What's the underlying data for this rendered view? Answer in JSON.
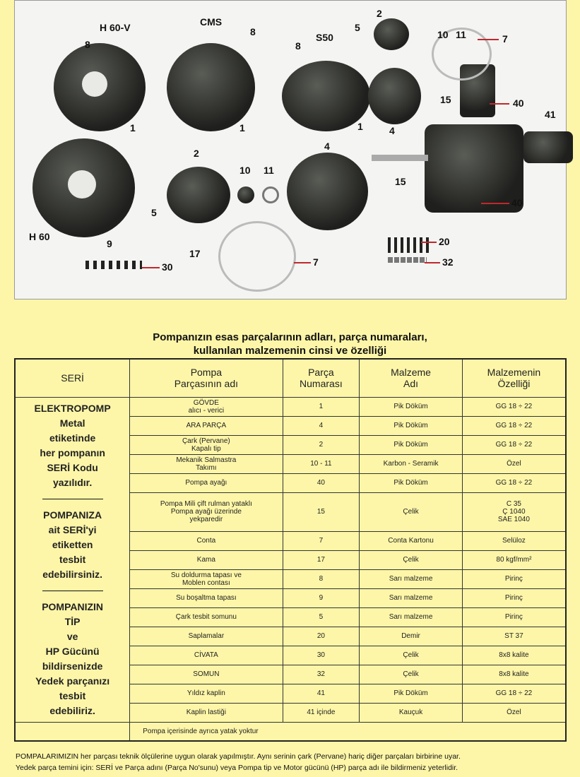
{
  "photo": {
    "labels": [
      "H 60-V",
      "CMS",
      "S50",
      "H 60",
      "8",
      "8",
      "8",
      "5",
      "2",
      "10",
      "11",
      "7",
      "1",
      "1",
      "1",
      "15",
      "40",
      "41",
      "4",
      "2",
      "10",
      "11",
      "4",
      "15",
      "40",
      "5",
      "9",
      "17",
      "7",
      "20",
      "32",
      "30"
    ]
  },
  "title": [
    "Pompanızın esas parçalarının adları, parça numaraları,",
    "kullanılan malzemenin cinsi ve özelliği"
  ],
  "table": {
    "headers": [
      "SERİ",
      "Pompa\nParçasının adı",
      "Parça\nNumarası",
      "Malzeme\nAdı",
      "Malzemenin\nÖzelliği"
    ],
    "seri_text": [
      "ELEKTROPOMP",
      "Metal",
      "etiketinde",
      "her pompanın",
      "SERİ Kodu",
      "yazılıdır.",
      "POMPANIZA",
      "ait SERİ'yi",
      "etiketten",
      "tesbit",
      "edebilirsiniz.",
      "POMPANIZIN",
      "TİP",
      "ve",
      "HP Gücünü",
      "bildirsenizde",
      "Yedek parçanızı",
      "tesbit",
      "edebiliriz."
    ],
    "rows": [
      [
        "GÖVDE\nalıcı - verici",
        "1",
        "Pik Döküm",
        "GG 18 ÷ 22"
      ],
      [
        "ARA PARÇA",
        "4",
        "Pik Döküm",
        "GG 18 ÷ 22"
      ],
      [
        "Çark (Pervane)\nKapalı tip",
        "2",
        "Pik Döküm",
        "GG 18 ÷ 22"
      ],
      [
        "Mekanik Salmastra\nTakımı",
        "10 - 11",
        "Karbon - Seramik",
        "Özel"
      ],
      [
        "Pompa ayağı",
        "40",
        "Pik Döküm",
        "GG 18 ÷ 22"
      ],
      [
        "Pompa Mili çift rulman yataklı\nPompa ayağı üzerinde\nyekparedir",
        "15",
        "Çelik",
        "C 35\nÇ 1040\nSAE 1040"
      ],
      [
        "Conta",
        "7",
        "Conta Kartonu",
        "Selüloz"
      ],
      [
        "Kama",
        "17",
        "Çelik",
        "80 kgf/mm²"
      ],
      [
        "Su doldurma tapası ve\nMoblen contası",
        "8",
        "Sarı malzeme",
        "Pirinç"
      ],
      [
        "Su boşaltma tapası",
        "9",
        "Sarı malzeme",
        "Pirinç"
      ],
      [
        "Çark tesbit somunu",
        "5",
        "Sarı malzeme",
        "Pirinç"
      ],
      [
        "Saplamalar",
        "20",
        "Demir",
        "ST 37"
      ],
      [
        "CİVATA",
        "30",
        "Çelik",
        "8x8 kalite"
      ],
      [
        "SOMUN",
        "32",
        "Çelik",
        "8x8 kalite"
      ],
      [
        "Yıldız kaplin",
        "41",
        "Pik Döküm",
        "GG 18 ÷ 22"
      ],
      [
        "Kaplin lastiği",
        "41 içinde",
        "Kauçuk",
        "Özel"
      ]
    ],
    "note": "Pompa içerisinde ayrıca yatak yoktur"
  },
  "footer": [
    "POMPALARIMIZIN her parçası teknik ölçülerine uygun olarak yapılmıştır. Aynı serinin çark (Pervane) hariç diğer parçaları birbirine uyar.",
    "Yedek parça temini için: SERİ ve Parça adını (Parça No'sunu) veya Pompa tip ve Motor gücünü (HP) parça adı ile bildirmeniz yeterlidir."
  ]
}
